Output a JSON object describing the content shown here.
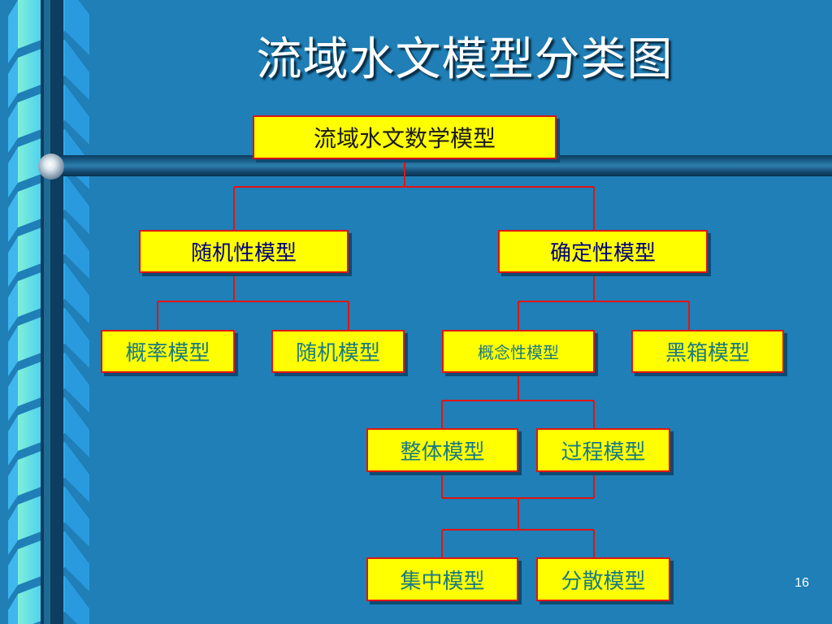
{
  "slide": {
    "title": "流域水文模型分类图",
    "page_number": "16"
  },
  "diagram": {
    "root": "流域水文数学模型",
    "stochastic": {
      "label": "随机性模型",
      "children": [
        "概率模型",
        "随机模型"
      ]
    },
    "deterministic": {
      "label": "确定性模型",
      "children": [
        "概念性模型",
        "黑箱模型"
      ]
    },
    "conceptual_children": [
      "整体模型",
      "过程模型"
    ],
    "bottom_children": [
      "集中模型",
      "分散模型"
    ]
  },
  "colors": {
    "background": "#1f7fb6",
    "box_fill": "#ffff00",
    "box_border": "#e01414",
    "connector": "#e01414",
    "box_text_navy": "#000080",
    "box_text_teal": "#1a7a84",
    "title_text": "#ffffff"
  }
}
